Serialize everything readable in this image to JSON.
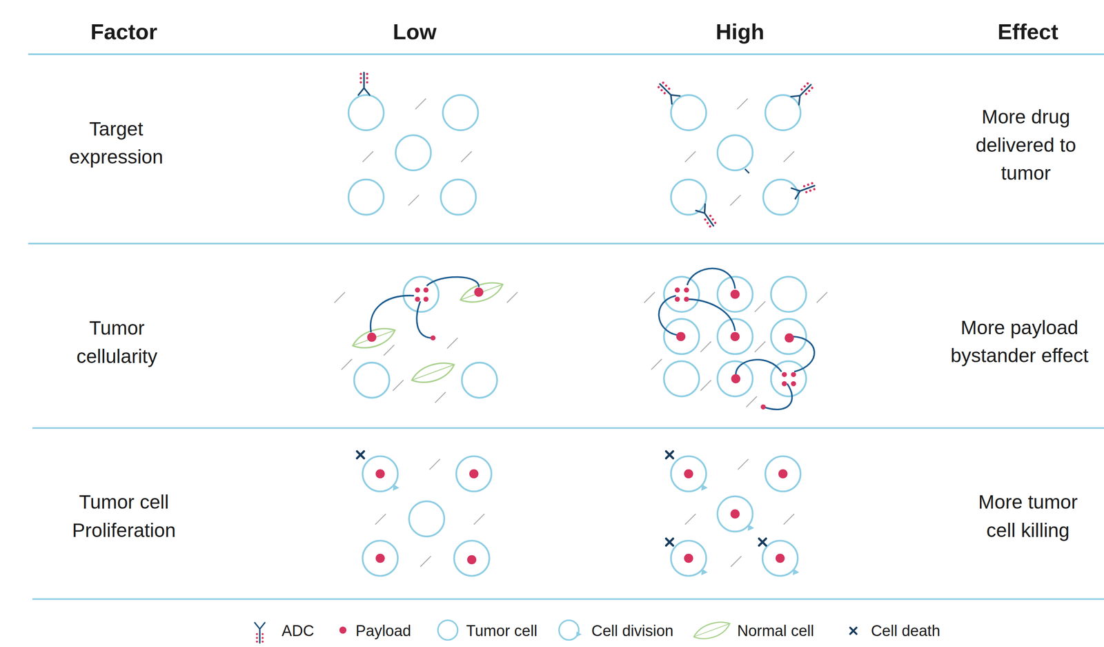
{
  "diagram": {
    "labels": [
      "Factor",
      "Low",
      "High",
      "Effect",
      "Target expression",
      "More drug delivered to tumor",
      "Tumor cellularity",
      "More payload bystander effect",
      "Tumor cell Proliferation",
      "More tumor cell killing"
    ],
    "legend": [
      {
        "text": "ADC"
      },
      {
        "text": "Payload"
      },
      {
        "text": "Tumor cell"
      },
      {
        "text": "Cell division"
      },
      {
        "text": "Normal cell"
      },
      {
        "text": "Cell death"
      }
    ]
  }
}
